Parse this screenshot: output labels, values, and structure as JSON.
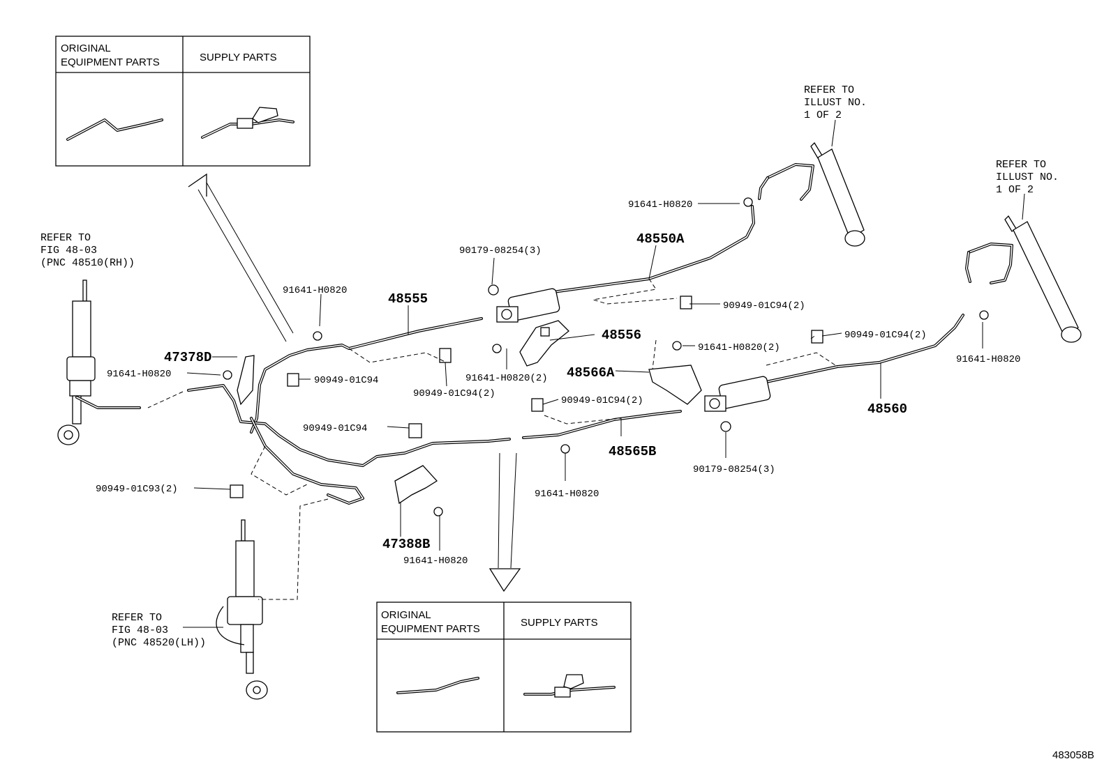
{
  "inset_top": {
    "header_left": [
      "ORIGINAL",
      "EQUIPMENT PARTS"
    ],
    "header_right": "SUPPLY PARTS"
  },
  "inset_bottom": {
    "header_left": [
      "ORIGINAL",
      "EQUIPMENT PARTS"
    ],
    "header_right": "SUPPLY PARTS"
  },
  "refs": {
    "rh_front": [
      "REFER TO",
      "FIG 48-03",
      "(PNC 48510(RH))"
    ],
    "lh_front": [
      "REFER TO",
      "FIG 48-03",
      "(PNC 48520(LH))"
    ],
    "rear_1": [
      "REFER TO",
      "ILLUST NO.",
      "1 OF 2"
    ],
    "rear_2": [
      "REFER TO",
      "ILLUST NO.",
      "1 OF 2"
    ]
  },
  "callouts": {
    "c_48550A": "48550A",
    "c_48555": "48555",
    "c_48556": "48556",
    "c_48566A": "48566A",
    "c_48560": "48560",
    "c_48565B": "48565B",
    "c_47378D": "47378D",
    "c_47388B": "47388B",
    "c_91641_a": "91641-H0820",
    "c_91641_b": "91641-H0820",
    "c_91641_c": "91641-H0820",
    "c_91641_d": "91641-H0820(2)",
    "c_91641_e": "91641-H0820(2)",
    "c_91641_f": "91641-H0820",
    "c_91641_g": "91641-H0820",
    "c_91641_h": "91641-H0820",
    "c_90179_a": "90179-08254(3)",
    "c_90179_b": "90179-08254(3)",
    "c_90949_a": "90949-01C94(2)",
    "c_90949_b": "90949-01C94",
    "c_90949_c": "90949-01C94(2)",
    "c_90949_d": "90949-01C94(2)",
    "c_90949_e": "90949-01C94(2)",
    "c_90949_f": "90949-01C94",
    "c_90949_g": "90949-01C93(2)"
  },
  "diagram_code": "483058B"
}
